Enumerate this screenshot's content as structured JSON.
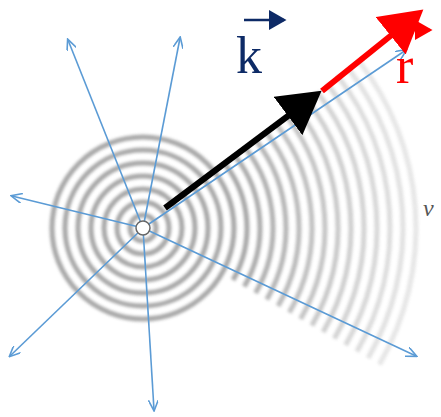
{
  "diagram": {
    "labels": [
      "k",
      "r",
      "v"
    ]
  }
}
